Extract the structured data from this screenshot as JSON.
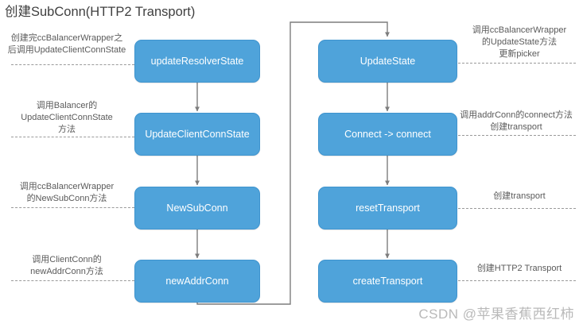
{
  "title": "创建SubConn(HTTP2 Transport)",
  "diagram": {
    "type": "flowchart",
    "columns": [
      {
        "name": "left-column",
        "nodes": [
          {
            "id": "updateResolverState",
            "label": "updateResolverState"
          },
          {
            "id": "updateClientConnState",
            "label": "UpdateClientConnState"
          },
          {
            "id": "newSubConn",
            "label": "NewSubConn"
          },
          {
            "id": "newAddrConn",
            "label": "newAddrConn"
          }
        ]
      },
      {
        "name": "right-column",
        "nodes": [
          {
            "id": "updateState",
            "label": "UpdateState"
          },
          {
            "id": "connect",
            "label": "Connect -> connect"
          },
          {
            "id": "resetTransport",
            "label": "resetTransport"
          },
          {
            "id": "createTransport",
            "label": "createTransport"
          }
        ]
      }
    ],
    "annotations_left": [
      {
        "id": "annot-1",
        "text": "创建完ccBalancerWrapper之\n后调用UpdateClientConnState"
      },
      {
        "id": "annot-2",
        "text": "调用Balancer的\nUpdateClientConnState\n方法"
      },
      {
        "id": "annot-3",
        "text": "调用ccBalancerWrapper\n的NewSubConn方法"
      },
      {
        "id": "annot-4",
        "text": "调用ClientConn的\nnewAddrConn方法"
      }
    ],
    "annotations_right": [
      {
        "id": "annot-5",
        "text": "调用ccBalancerWrapper\n的UpdateState方法\n更新picker"
      },
      {
        "id": "annot-6",
        "text": "调用addrConn的connect方法\n创建transport"
      },
      {
        "id": "annot-7",
        "text": "创建transport"
      },
      {
        "id": "annot-8",
        "text": "创建HTTP2 Transport"
      }
    ],
    "edges": [
      {
        "from": "updateResolverState",
        "to": "updateClientConnState"
      },
      {
        "from": "updateClientConnState",
        "to": "newSubConn"
      },
      {
        "from": "newSubConn",
        "to": "newAddrConn"
      },
      {
        "from": "newAddrConn",
        "to": "updateState"
      },
      {
        "from": "updateState",
        "to": "connect"
      },
      {
        "from": "connect",
        "to": "resetTransport"
      },
      {
        "from": "resetTransport",
        "to": "createTransport"
      }
    ]
  },
  "colors": {
    "node_fill": "#4fa3da",
    "node_border": "#3f94ce",
    "node_text": "#ffffff",
    "annotation_text": "#5a5a5a",
    "connector": "#7d7d7d",
    "title_text": "#3f3f3f",
    "watermark_text": "#b9b9b9"
  },
  "watermark": "CSDN @苹果香蕉西红柿"
}
